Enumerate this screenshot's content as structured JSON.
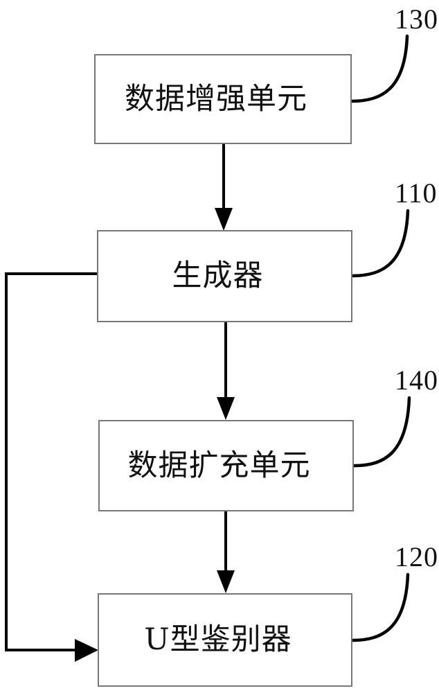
{
  "figure": {
    "type": "patent-block-diagram",
    "orientation": "vertical-flow",
    "background_color": "#ffffff",
    "box_border_color": "#777777",
    "line_color": "#000000",
    "text_color": "#111111"
  },
  "blocks": [
    {
      "id": "data-augmentation",
      "label": "数据增强单元",
      "ref": "130"
    },
    {
      "id": "generator",
      "label": "生成器",
      "ref": "110"
    },
    {
      "id": "data-expansion",
      "label": "数据扩充单元",
      "ref": "140"
    },
    {
      "id": "u-discriminator",
      "label": "U型鉴别器",
      "ref": "120"
    }
  ],
  "connections": [
    {
      "id": "augmentation-to-generator",
      "from": "data-augmentation",
      "to": "generator",
      "style": "arrow-down"
    },
    {
      "id": "generator-to-expansion",
      "from": "generator",
      "to": "data-expansion",
      "style": "arrow-down"
    },
    {
      "id": "expansion-to-discriminator",
      "from": "data-expansion",
      "to": "u-discriminator",
      "style": "arrow-down"
    },
    {
      "id": "generator-to-discriminator-feedback",
      "from": "generator",
      "to": "u-discriminator",
      "style": "left-routed-arrow"
    }
  ],
  "leader_lines": [
    {
      "id": "leader-130",
      "block": "data-augmentation",
      "ref": "130"
    },
    {
      "id": "leader-110",
      "block": "generator",
      "ref": "110"
    },
    {
      "id": "leader-140",
      "block": "data-expansion",
      "ref": "140"
    },
    {
      "id": "leader-120",
      "block": "u-discriminator",
      "ref": "120"
    }
  ]
}
